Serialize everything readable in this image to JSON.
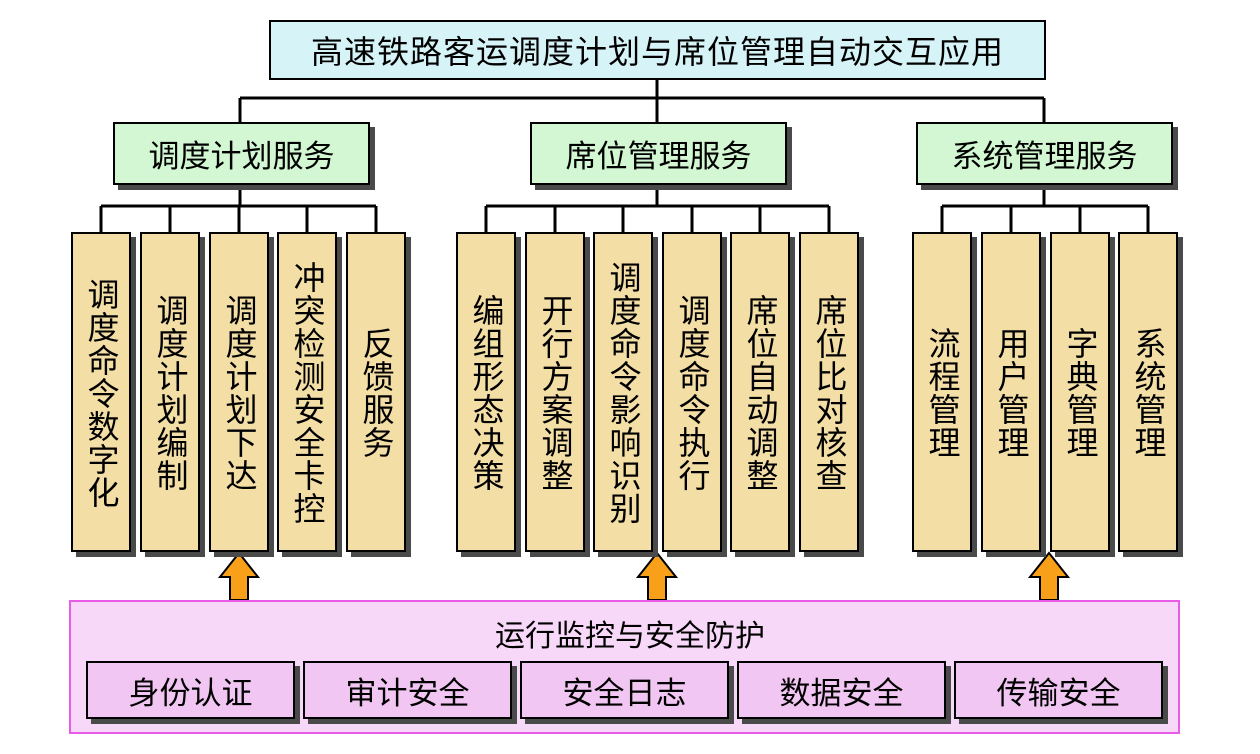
{
  "title": "高速铁路客运调度计划与席位管理自动交互应用",
  "services": [
    {
      "label": "调度计划服务",
      "items": [
        "调度命令数字化",
        "调度计划编制",
        "调度计划下达",
        "冲突检测安全卡控",
        "反馈服务"
      ]
    },
    {
      "label": "席位管理服务",
      "items": [
        "编组形态决策",
        "开行方案调整",
        "调度命令影响识别",
        "调度命令执行",
        "席位自动调整",
        "席位比对核查"
      ]
    },
    {
      "label": "系统管理服务",
      "items": [
        "流程管理",
        "用户管理",
        "字典管理",
        "系统管理"
      ]
    }
  ],
  "monitor": {
    "label": "运行监控与安全防护",
    "items": [
      "身份认证",
      "审计安全",
      "安全日志",
      "数据安全",
      "传输安全"
    ]
  },
  "colors": {
    "title_fill": "#d6f3f8",
    "service_fill": "#d2f7d2",
    "leaf_fill": "#f3dea6",
    "monitor_fill": "#f8d8f8",
    "monitor_border": "#e85ce8",
    "security_fill": "#f2c6f2",
    "arrow_fill": "#f9a01b"
  }
}
